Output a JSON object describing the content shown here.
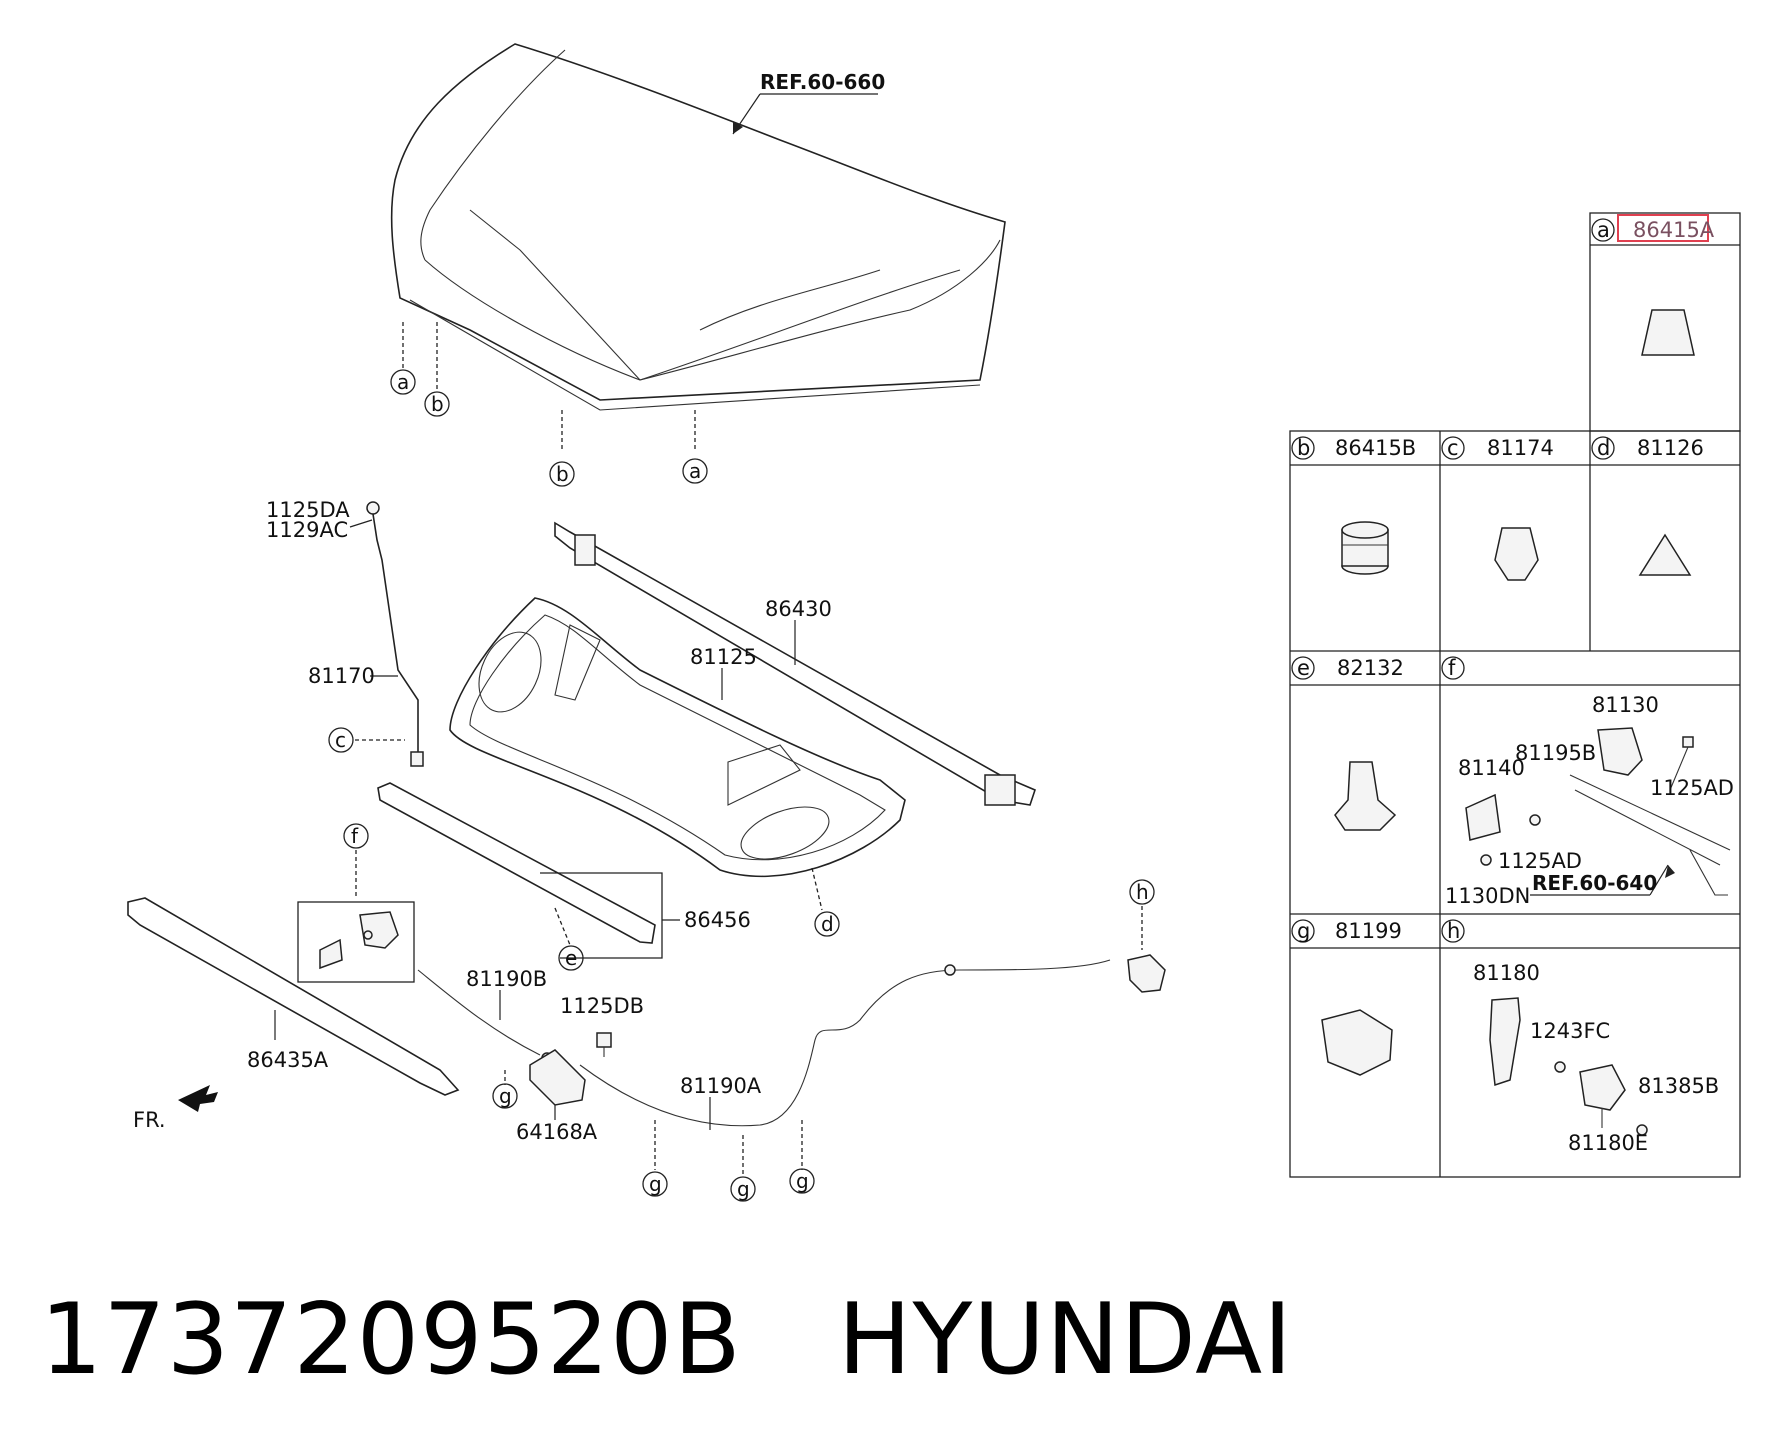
{
  "diagram": {
    "references": {
      "hood_ref": "REF.60-660",
      "panel_ref": "REF.60-640",
      "front_marker": "FR."
    },
    "callouts": {
      "a": "a",
      "b": "b",
      "c": "c",
      "d": "d",
      "e": "e",
      "f": "f",
      "g": "g",
      "h": "h"
    },
    "parts": {
      "p1125DA": "1125DA",
      "p1129AC": "1129AC",
      "p81170": "81170",
      "p86430": "86430",
      "p81125": "81125",
      "p86456": "86456",
      "p81190B": "81190B",
      "p1125DB": "1125DB",
      "p81190A": "81190A",
      "p64168A": "64168A",
      "p86435A": "86435A"
    }
  },
  "legend_table": {
    "cells": [
      {
        "letter": "a",
        "part": "86415A",
        "highlighted": true
      },
      {
        "letter": "b",
        "part": "86415B"
      },
      {
        "letter": "c",
        "part": "81174"
      },
      {
        "letter": "d",
        "part": "81126"
      },
      {
        "letter": "e",
        "part": "82132"
      },
      {
        "letter": "f",
        "part": ""
      },
      {
        "letter": "g",
        "part": "81199"
      },
      {
        "letter": "h",
        "part": ""
      }
    ],
    "f_parts": {
      "p81130": "81130",
      "p81195B": "81195B",
      "p81140": "81140",
      "p1125AD_a": "1125AD",
      "p1125AD_b": "1125AD",
      "p1130DN": "1130DN"
    },
    "h_parts": {
      "p81180": "81180",
      "p1243FC": "1243FC",
      "p81385B": "81385B",
      "p81180E": "81180E"
    }
  },
  "footer": {
    "part_number": "1737209520B",
    "brand": "HYUNDAI"
  },
  "colors": {
    "highlight_border": "#e04050",
    "line": "#222222",
    "background": "#ffffff"
  }
}
